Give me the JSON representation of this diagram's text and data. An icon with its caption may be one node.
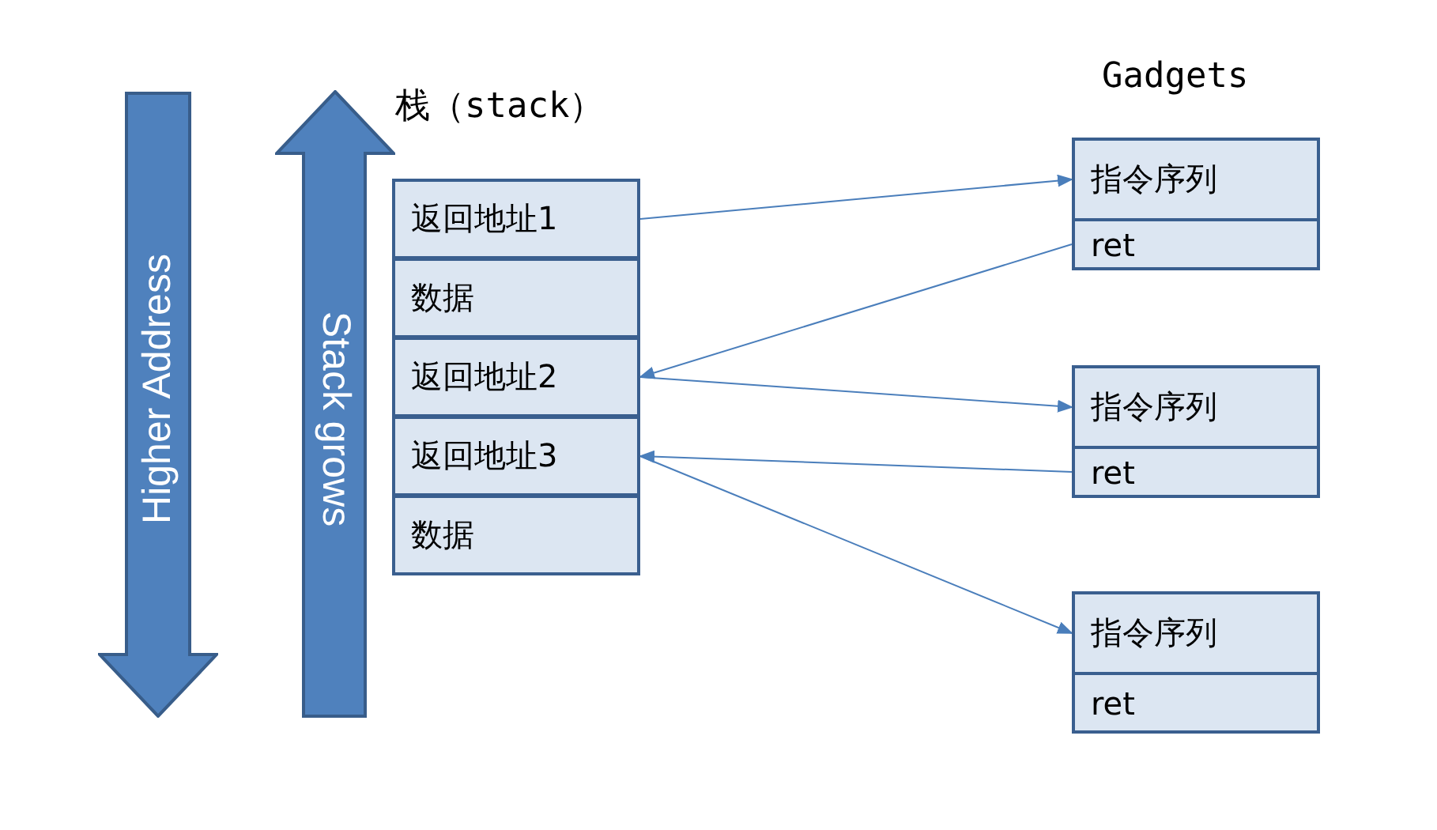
{
  "diagram": {
    "nodes": [
      {
        "text": [
          "Higher Address"
        ]
      },
      {
        "text": [
          "Stack grows"
        ]
      },
      {
        "text": [
          "栈（stack）"
        ]
      },
      {
        "text": [
          "返回地址1"
        ],
        "in": 2
      },
      {
        "text": [
          "数据"
        ],
        "in": 2
      },
      {
        "text": [
          "返回地址2"
        ],
        "in": 2
      },
      {
        "text": [
          "返回地址3"
        ],
        "in": 2
      },
      {
        "text": [
          "数据"
        ],
        "in": 2
      },
      {
        "text": [
          "指令序列"
        ]
      },
      {
        "text": [
          "ret"
        ]
      },
      {
        "text": [
          "指令序列"
        ]
      },
      {
        "text": [
          "ret"
        ]
      },
      {
        "text": [
          "指令序列"
        ]
      },
      {
        "text": [
          "ret"
        ]
      }
    ],
    "edges": [
      {
        "from": 3,
        "to": 8,
        "arrow": "to"
      },
      {
        "from": 9,
        "to": 5,
        "arrow": "to"
      },
      {
        "from": 5,
        "to": 10,
        "arrow": "to"
      },
      {
        "from": 11,
        "to": 6,
        "arrow": "to"
      },
      {
        "from": 6,
        "to": 12,
        "arrow": "to"
      }
    ],
    "labels": [
      "Gadgets"
    ]
  }
}
